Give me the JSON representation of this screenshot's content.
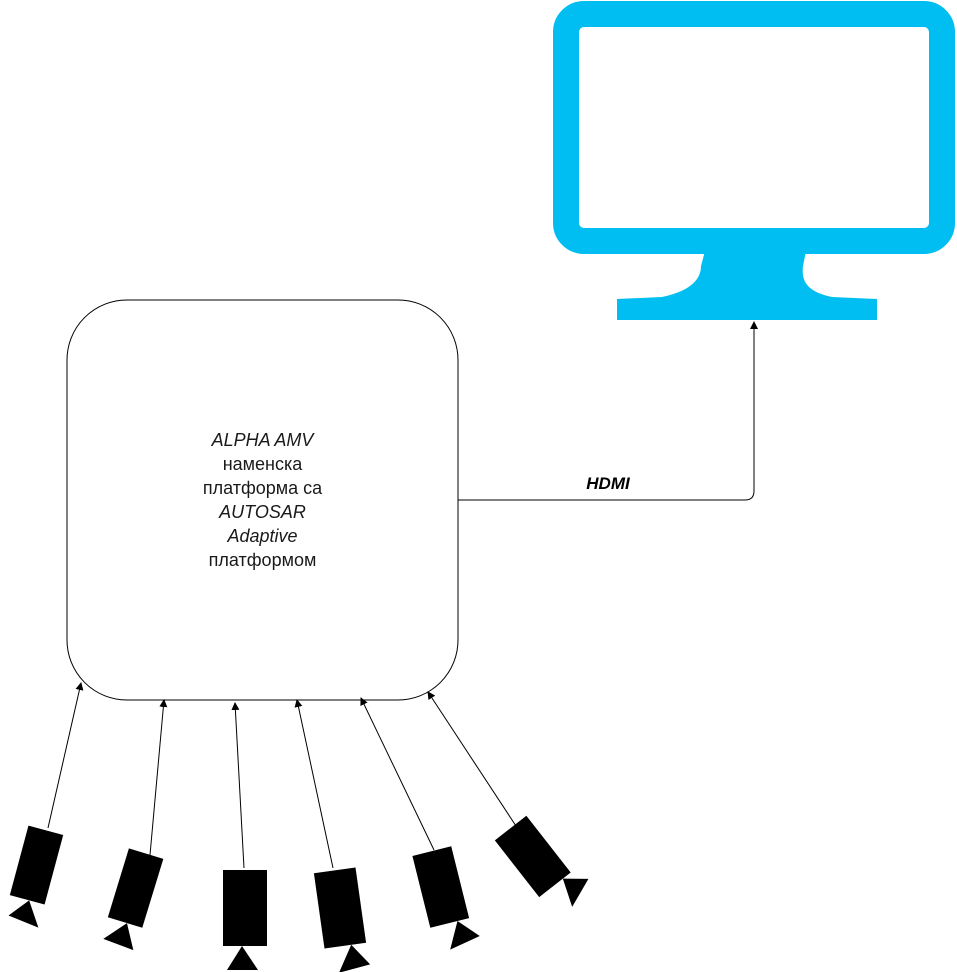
{
  "platform": {
    "line1": "ALPHA AMV",
    "line2": "наменска",
    "line3": "платформа са",
    "line4": "AUTOSAR",
    "line5": "Adaptive",
    "line6": "платформом"
  },
  "connection": {
    "label": "HDMI"
  },
  "colors": {
    "monitor": "#00BEF2",
    "line": "#000000",
    "camera": "#000000"
  },
  "icons": {
    "display": "monitor-icon",
    "camera": "camera-icon"
  }
}
